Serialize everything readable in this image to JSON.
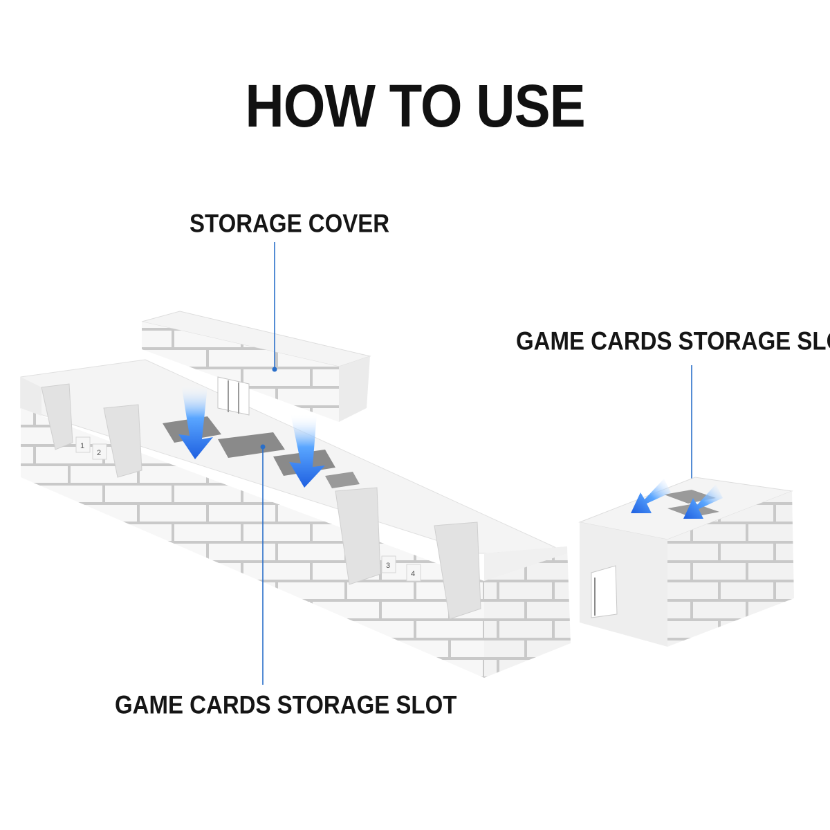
{
  "title": "HOW TO USE",
  "labels": {
    "storage_cover": "STORAGE COVER",
    "slot_right": "GAME CARDS STORAGE SLOT",
    "slot_bottom": "GAME CARDS  STORAGE SLOT"
  },
  "slot_numbers": [
    "1",
    "2",
    "3",
    "4"
  ],
  "colors": {
    "brick_face": "#f7f7f7",
    "mortar": "#c9c9c9",
    "shadow": "#dcdcdc",
    "arrow_blue": "#1e73e6",
    "leader_line": "#2a6fc9",
    "text": "#151515"
  }
}
